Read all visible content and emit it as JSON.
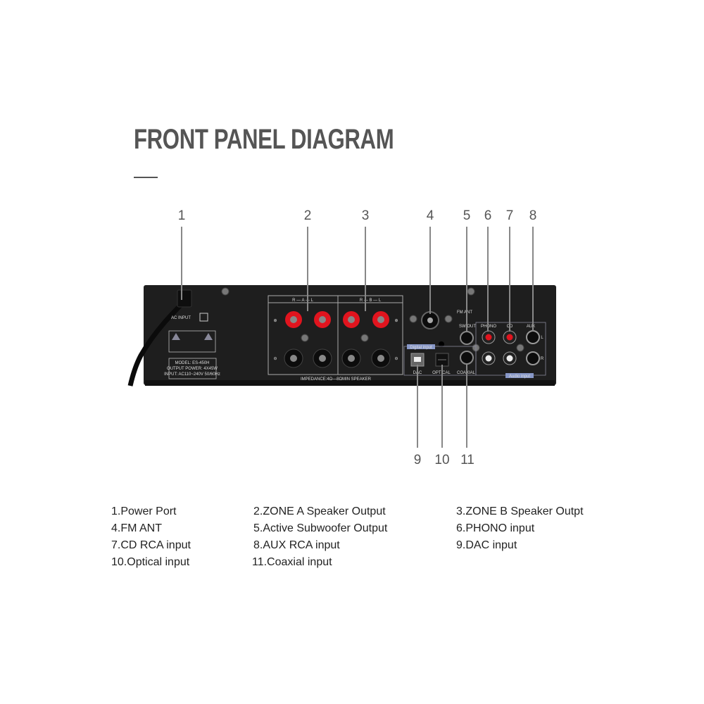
{
  "title": "FRONT PANEL DIAGRAM",
  "callouts": [
    "1",
    "2",
    "3",
    "4",
    "5",
    "6",
    "7",
    "8",
    "9",
    "10",
    "11"
  ],
  "panel_labels": {
    "ac_input": "AC INPUT",
    "zone_a": "R — A — L",
    "zone_b": "R — B — L",
    "impedance": "IMPEDANCE:4Ω—8ΩMIN SPEAKER",
    "fm_ant": "FM ANT",
    "sw_out": "SW OUT",
    "phono": "PHONO",
    "cd": "CD",
    "aux": "AUX",
    "left": "L",
    "right": "R",
    "digital_input": "Digital input",
    "audio_input": "Audio input",
    "dac": "DAC",
    "optical": "OPTICAL",
    "coaxial": "COAXIAL",
    "model": "MODEL: ES-450H",
    "output_power": "OUTPUT POWER: 4X45W",
    "input": "INPUT: AC110~240V 50/60Hz"
  },
  "legend": [
    "1.Power Port",
    "2.ZONE A Speaker Output",
    "3.ZONE B Speaker Outpt",
    "4.FM ANT",
    "5.Active Subwoofer Output",
    "6.PHONO input",
    "7.CD RCA input",
    "8.AUX RCA input",
    "9.DAC input",
    "10.Optical input",
    "11.Coaxial input"
  ],
  "colors": {
    "title": "#555555",
    "panel": "#1e1e1e",
    "terminal_red": "#e0141e",
    "callout_line": "#888888"
  }
}
